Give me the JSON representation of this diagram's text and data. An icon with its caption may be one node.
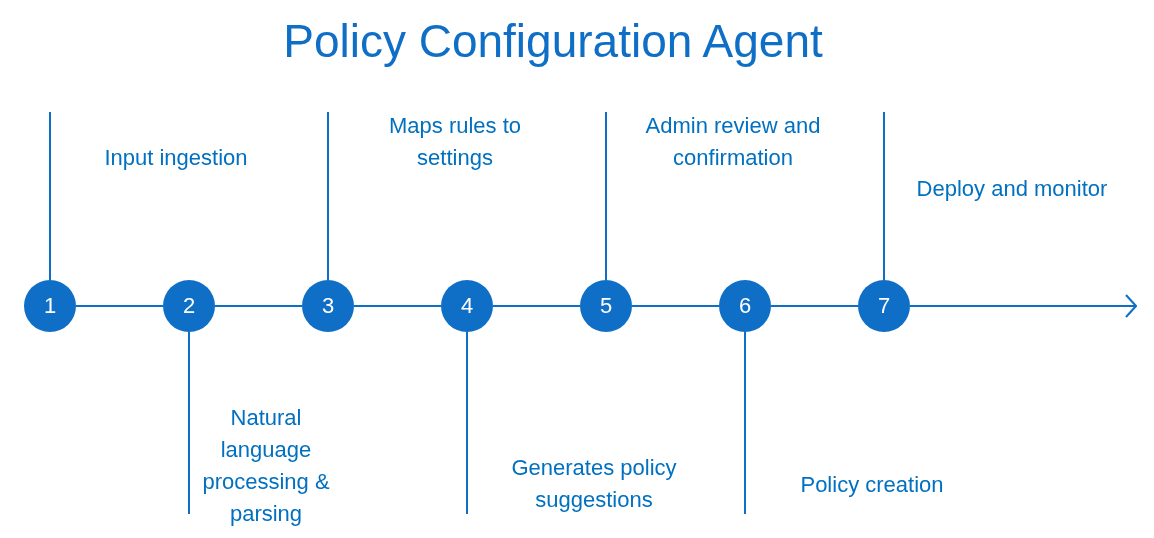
{
  "diagram": {
    "title": "Policy Configuration Agent",
    "nodes": [
      {
        "text": [
          "1"
        ]
      },
      {
        "text": [
          "2"
        ]
      },
      {
        "text": [
          "3"
        ]
      },
      {
        "text": [
          "4"
        ]
      },
      {
        "text": [
          "5"
        ]
      },
      {
        "text": [
          "6"
        ]
      },
      {
        "text": [
          "7"
        ]
      }
    ],
    "edges": [
      {
        "from": 0,
        "to": 1,
        "arrow": "none"
      },
      {
        "from": 1,
        "to": 2,
        "arrow": "none"
      },
      {
        "from": 2,
        "to": 3,
        "arrow": "none"
      },
      {
        "from": 3,
        "to": 4,
        "arrow": "none"
      },
      {
        "from": 4,
        "to": 5,
        "arrow": "none"
      },
      {
        "from": 5,
        "to": 6,
        "arrow": "none"
      },
      {
        "from": 6,
        "to": null,
        "arrow": "to"
      }
    ],
    "labels": [
      "Input ingestion",
      "Natural language processing & parsing",
      "Maps rules to settings",
      "Generates policy suggestions",
      "Admin review and confirmation",
      "Policy creation",
      "Deploy and monitor"
    ]
  }
}
